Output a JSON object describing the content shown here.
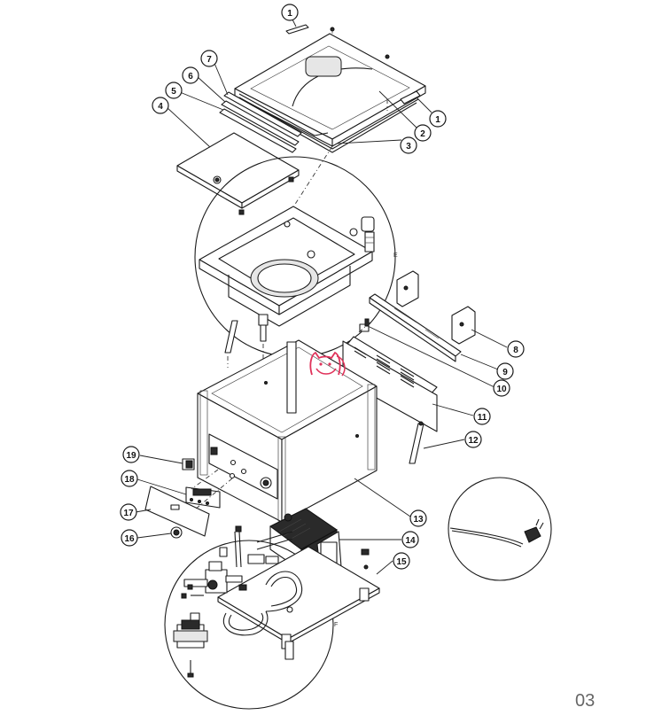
{
  "page_number": "03",
  "detail_labels": {
    "e": "E",
    "f": "F"
  },
  "callouts": [
    {
      "id": "c1a",
      "label": "1"
    },
    {
      "id": "c1b",
      "label": "1"
    },
    {
      "id": "c2",
      "label": "2"
    },
    {
      "id": "c3",
      "label": "3"
    },
    {
      "id": "c4",
      "label": "4"
    },
    {
      "id": "c5",
      "label": "5"
    },
    {
      "id": "c6",
      "label": "6"
    },
    {
      "id": "c7",
      "label": "7"
    },
    {
      "id": "c8",
      "label": "8"
    },
    {
      "id": "c9",
      "label": "9"
    },
    {
      "id": "c10",
      "label": "10"
    },
    {
      "id": "c11",
      "label": "11"
    },
    {
      "id": "c12",
      "label": "12"
    },
    {
      "id": "c13",
      "label": "13"
    },
    {
      "id": "c14",
      "label": "14"
    },
    {
      "id": "c15",
      "label": "15"
    },
    {
      "id": "c16",
      "label": "16"
    },
    {
      "id": "c17",
      "label": "17"
    },
    {
      "id": "c18",
      "label": "18"
    },
    {
      "id": "c19",
      "label": "19"
    }
  ],
  "colors": {
    "line": "#1a1a1a",
    "watermark": "#e0325a",
    "page_number": "#666666"
  },
  "icons": {
    "watermark": "cat-logo-icon"
  }
}
